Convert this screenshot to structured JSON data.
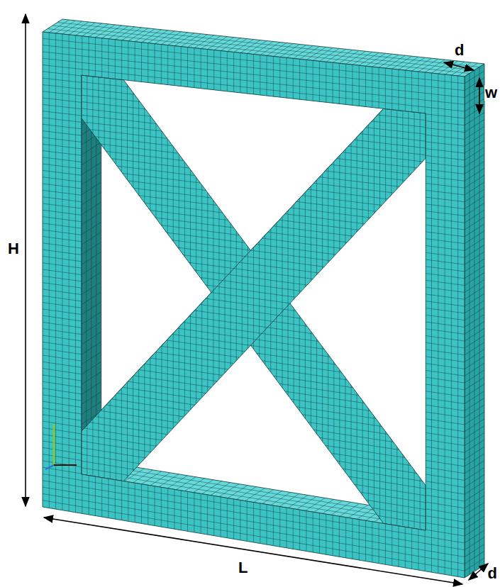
{
  "diagram": {
    "labels": [
      "H",
      "L",
      "d",
      "d",
      "w"
    ]
  }
}
